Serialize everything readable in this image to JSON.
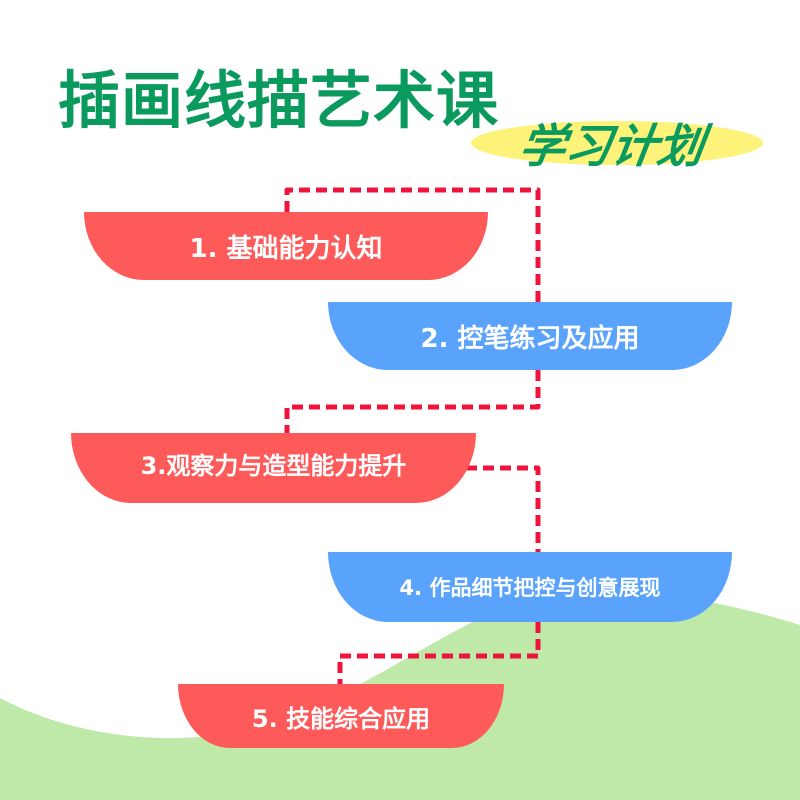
{
  "title": "插画线描艺术课",
  "subtitle": "学习计划",
  "colors": {
    "title": "#0a9a5e",
    "highlight": "#fdf27a",
    "red": "#fe5a5a",
    "blue": "#5aa3fc",
    "connector": "#f0143c",
    "hill": "#bfe9a8"
  },
  "steps": [
    {
      "label": "1. 基础能力认知"
    },
    {
      "label": "2. 控笔练习及应用"
    },
    {
      "label": "3.观察力与造型能力提升"
    },
    {
      "label": "4. 作品细节把控与创意展现"
    },
    {
      "label": "5. 技能综合应用"
    }
  ]
}
